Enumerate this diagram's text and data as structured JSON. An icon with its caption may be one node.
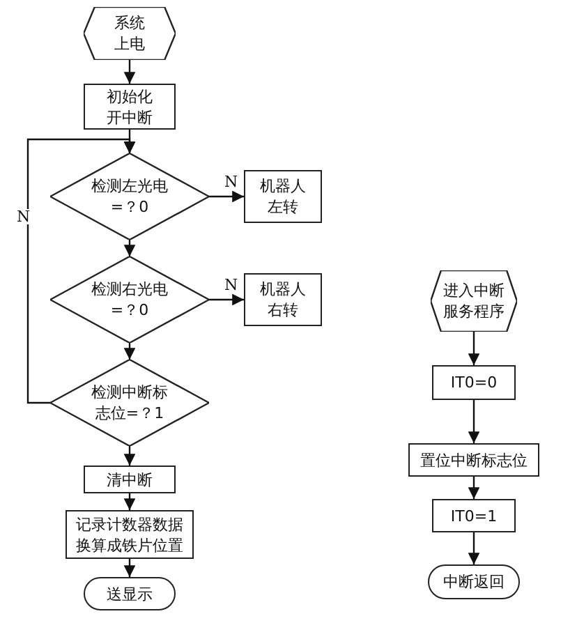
{
  "diagram": {
    "nodes": [
      {
        "text": [
          "系统上电"
        ]
      },
      {
        "text": [
          "初始化开中断"
        ]
      },
      {
        "text": [
          "检测左光电=？0"
        ]
      },
      {
        "text": [
          "机器人左转"
        ]
      },
      {
        "text": [
          "检测右光电=？0"
        ]
      },
      {
        "text": [
          "机器人右转"
        ]
      },
      {
        "text": [
          "检测中断标志位=？1"
        ]
      },
      {
        "text": [
          "清中断"
        ]
      },
      {
        "text": [
          "记录计数器数据换算成铁片位置"
        ]
      },
      {
        "text": [
          "送显示"
        ]
      },
      {
        "text": [
          "进入中断服务程序"
        ]
      },
      {
        "text": [
          "IT0=0"
        ]
      },
      {
        "text": [
          "置位中断标志位"
        ]
      },
      {
        "text": [
          "IT0=1"
        ]
      },
      {
        "text": [
          "中断返回"
        ]
      }
    ],
    "edges": [
      {
        "from": 0,
        "to": 1,
        "arrow": "to"
      },
      {
        "from": 1,
        "to": 2,
        "arrow": "to"
      },
      {
        "from": 2,
        "to": 3,
        "arrow": "to",
        "label": "N"
      },
      {
        "from": 2,
        "to": 4,
        "arrow": "to"
      },
      {
        "from": 4,
        "to": 5,
        "arrow": "to",
        "label": "N"
      },
      {
        "from": 4,
        "to": 6,
        "arrow": "to"
      },
      {
        "from": 6,
        "to": 2,
        "arrow": "to",
        "label": "N"
      },
      {
        "from": 6,
        "to": 7,
        "arrow": "to"
      },
      {
        "from": 7,
        "to": 8,
        "arrow": "to"
      },
      {
        "from": 8,
        "to": 9,
        "arrow": "to"
      },
      {
        "from": 10,
        "to": 11,
        "arrow": "to"
      },
      {
        "from": 11,
        "to": 12,
        "arrow": "to"
      },
      {
        "from": 12,
        "to": 13,
        "arrow": "to"
      },
      {
        "from": 13,
        "to": 14,
        "arrow": "to"
      }
    ]
  }
}
